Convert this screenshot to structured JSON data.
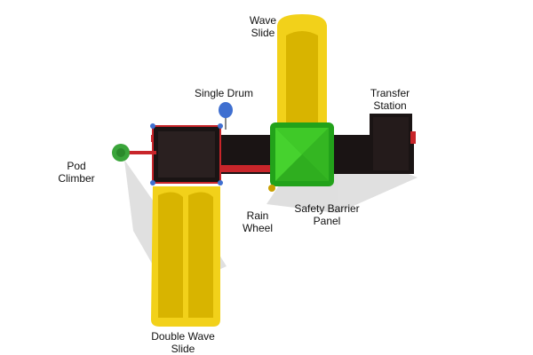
{
  "labels": {
    "wave_slide": [
      "Wave",
      "Slide"
    ],
    "single_drum": [
      "Single Drum"
    ],
    "transfer_station": [
      "Transfer",
      "Station"
    ],
    "pod_climber": [
      "Pod",
      "Climber"
    ],
    "rain_wheel": [
      "Rain",
      "Wheel"
    ],
    "safety_barrier_panel": [
      "Safety Barrier",
      "Panel"
    ],
    "double_wave_slide": [
      "Double Wave",
      "Slide"
    ]
  },
  "colors": {
    "slide_yellow": "#f2d11a",
    "slide_shadow": "#d8b400",
    "deck_black": "#1a1414",
    "rail_red": "#c8252a",
    "roof_green": "#3fc928",
    "roof_dark": "#22a21a",
    "drum_blue": "#3f6fd0",
    "pod_green": "#3aa53a"
  }
}
